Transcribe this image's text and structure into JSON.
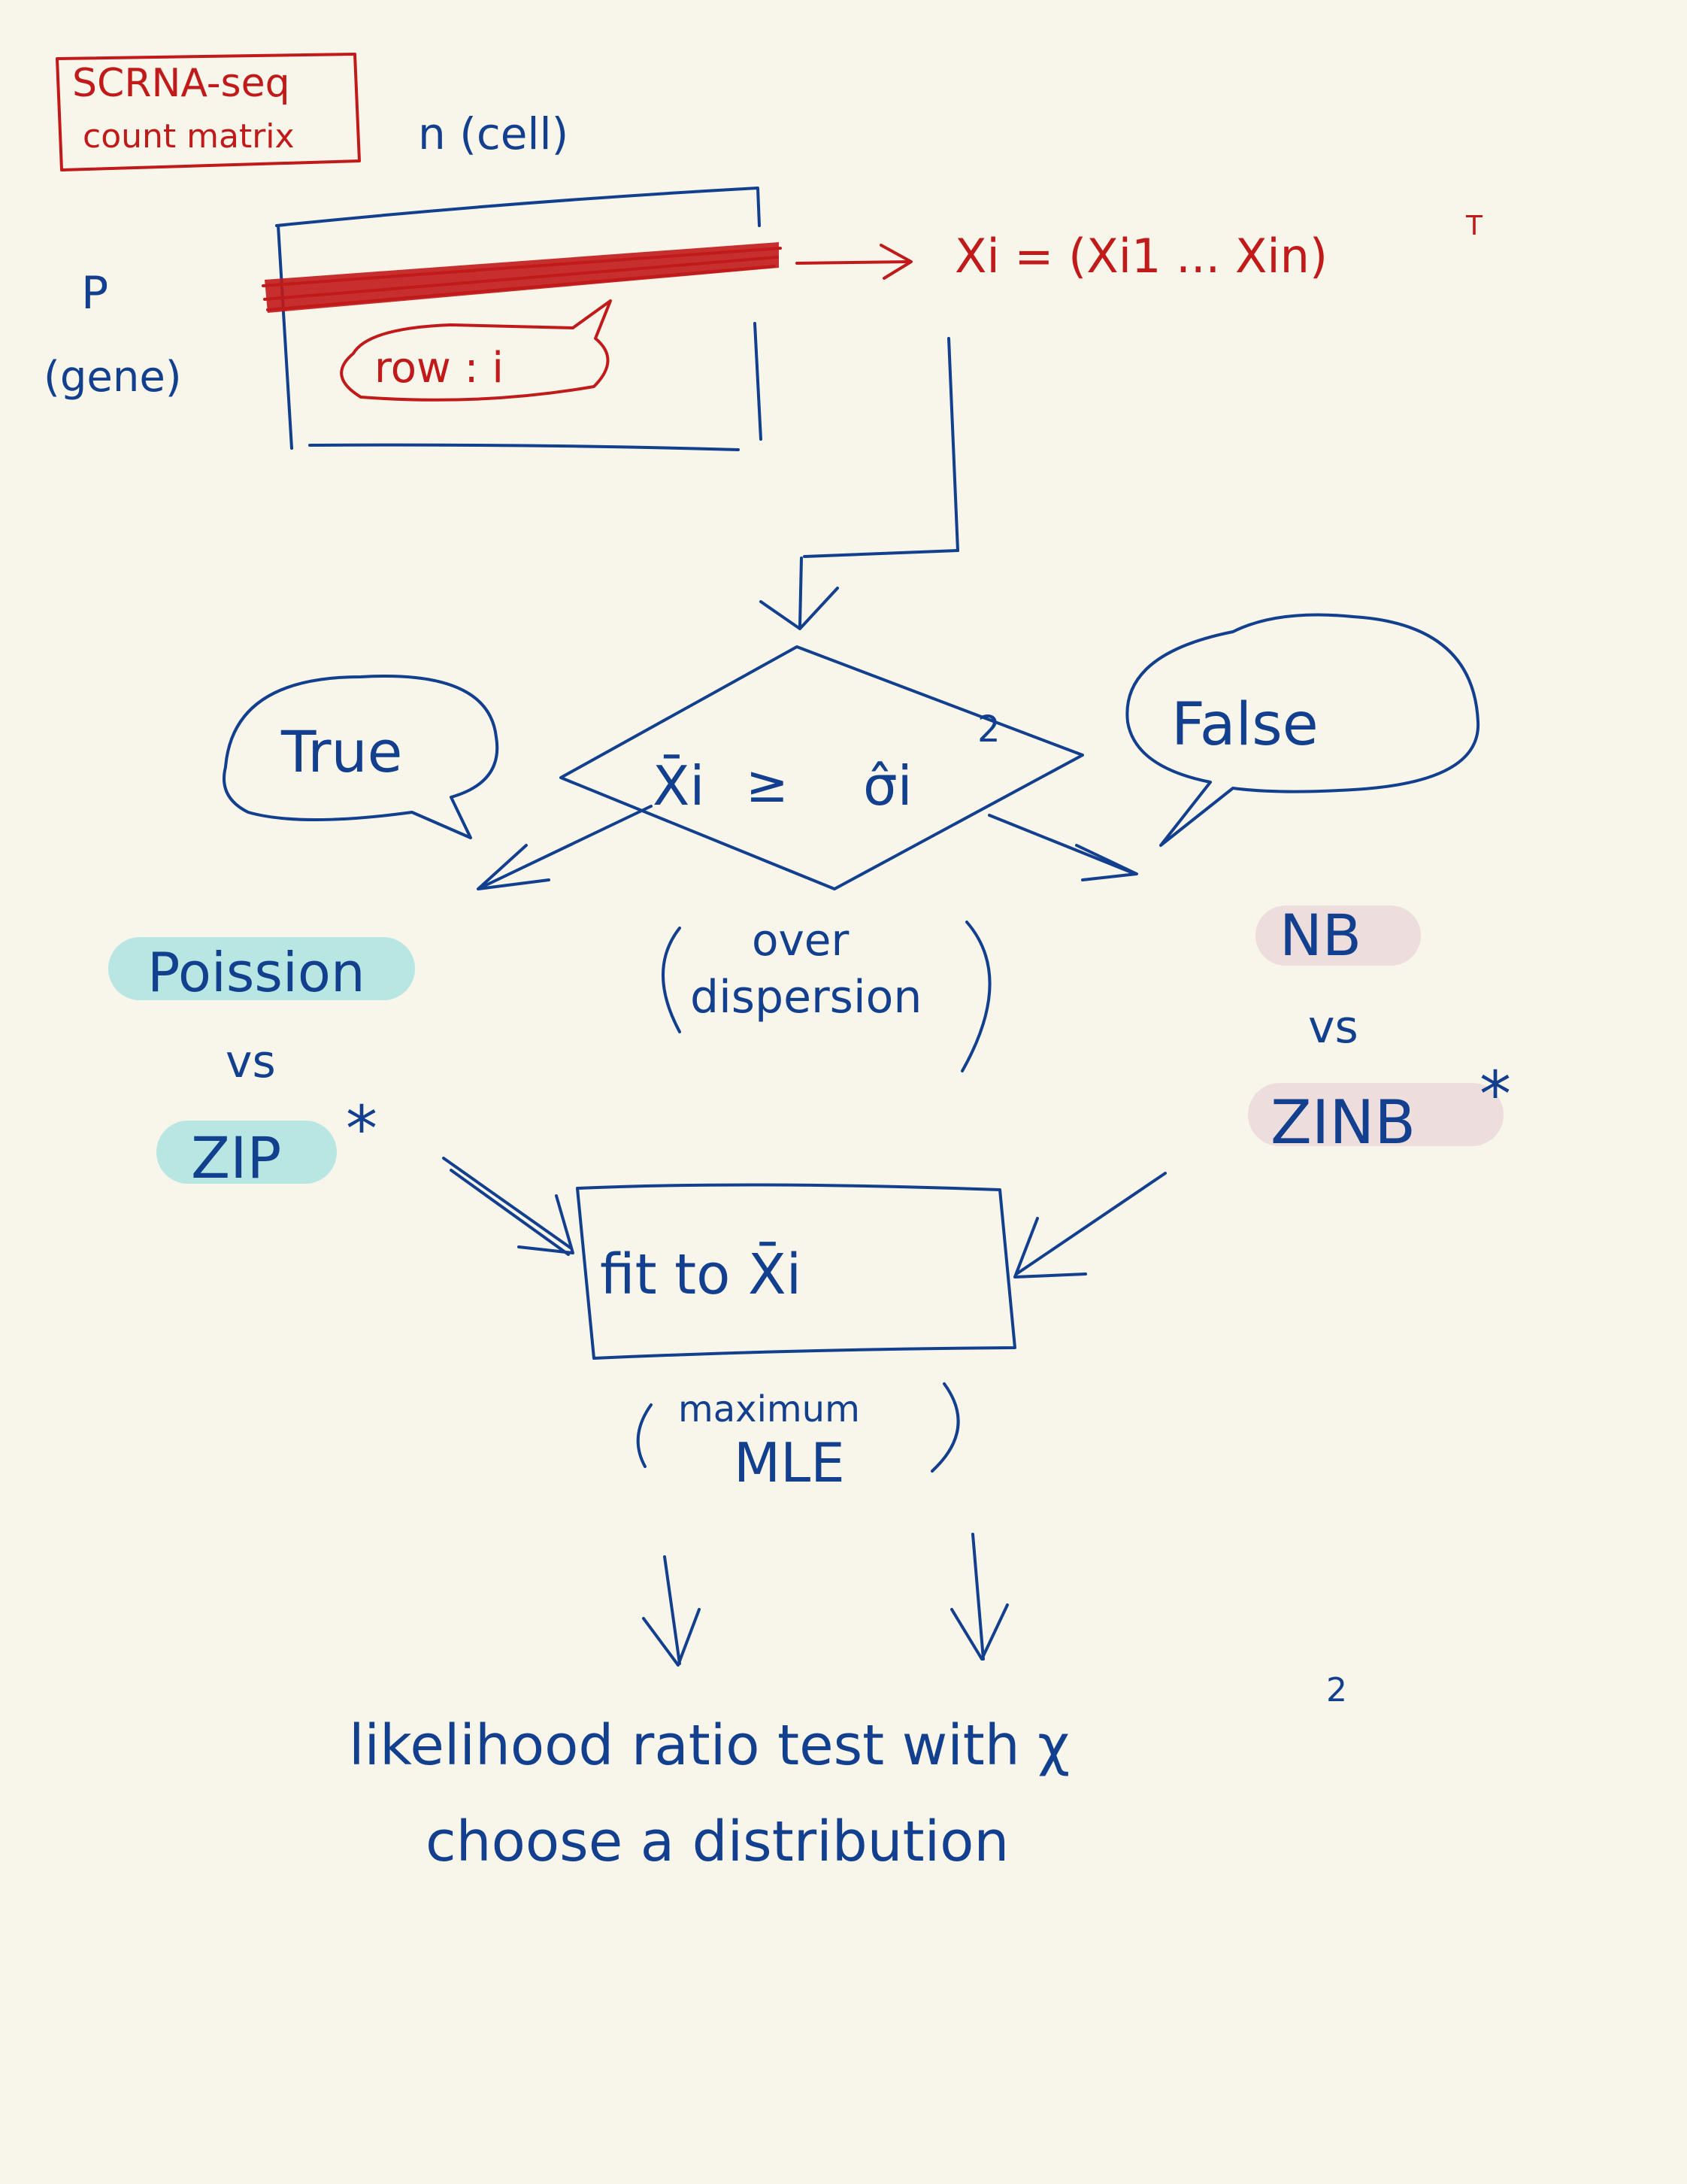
{
  "colors": {
    "background": "#f8f5ea",
    "ink_blue": "#123f8e",
    "ink_red": "#c01a1a",
    "highlight_cyan": "#b8e6e3",
    "highlight_pink": "#eedddd"
  },
  "header": {
    "title_line1": "SCRNA-seq",
    "title_line2": "count matrix"
  },
  "matrix": {
    "col_label": "n (cell)",
    "row_label_p": "P",
    "row_label_gene": "(gene)",
    "row_callout": "row : i",
    "vector": "Xi = (Xi1 ... Xin)",
    "vector_sup": "T"
  },
  "decision": {
    "condition_left": "X̄i",
    "condition_op": "≥",
    "condition_right": "σ̂i",
    "condition_sup": "2",
    "note_line1": "over",
    "note_line2": "dispersion",
    "true_label": "True",
    "false_label": "False"
  },
  "models": {
    "left_top": "Poission",
    "left_vs": "vs",
    "left_bottom": "ZIP",
    "left_star": "*",
    "right_top": "NB",
    "right_vs": "vs",
    "right_bottom": "ZINB",
    "right_star": "*"
  },
  "fit": {
    "label": "fit to X̄i",
    "note_line1": "maximum",
    "note_line2": "MLE"
  },
  "result": {
    "line1": "likelihood ratio test with χ",
    "line1_sup": "2",
    "line2": "choose a distribution"
  }
}
